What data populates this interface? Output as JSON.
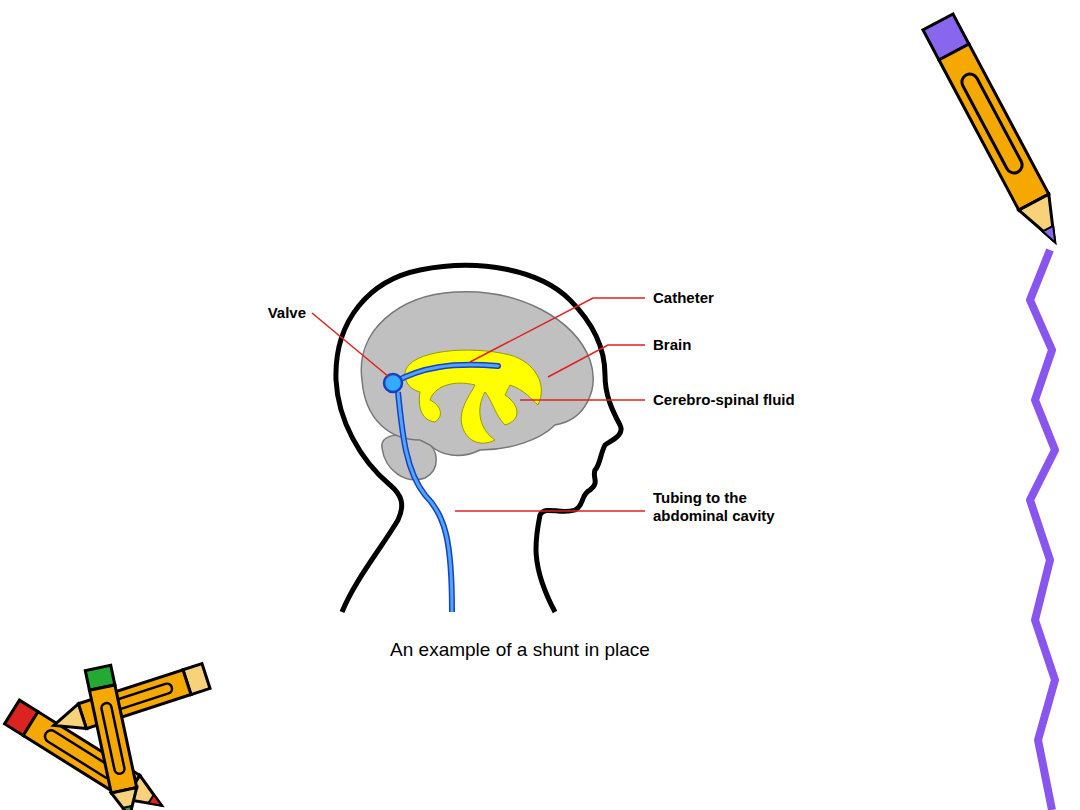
{
  "diagram": {
    "caption": "An example of a shunt in place",
    "labels": [
      "Valve",
      "Catheter",
      "Brain",
      "Cerebro-spinal fluid",
      "Tubing to the abdominal cavity"
    ]
  }
}
